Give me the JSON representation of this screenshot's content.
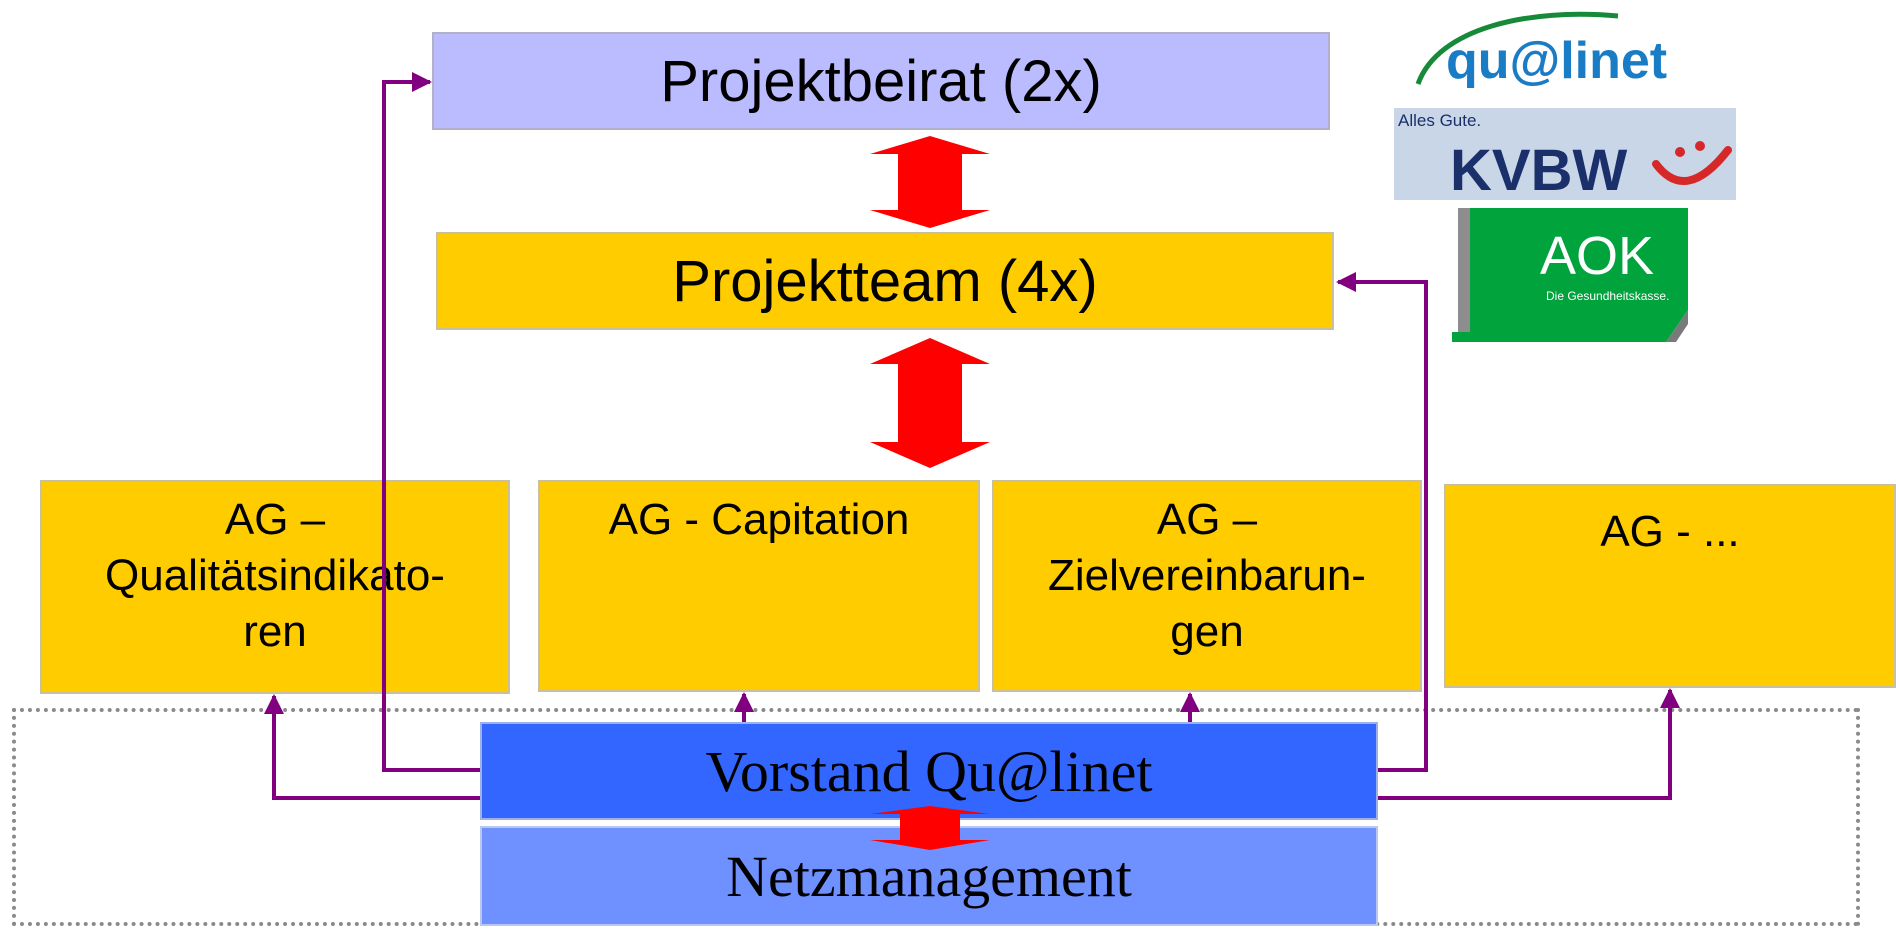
{
  "diagram": {
    "projektbeirat": "Projektbeirat (2x)",
    "projektteam": "Projektteam (4x)",
    "ag_qualitaet_line1": "AG –",
    "ag_qualitaet_line2": "Qualitätsindikato-",
    "ag_qualitaet_line3": "ren",
    "ag_capitation": "AG - Capitation",
    "ag_ziel_line1": "AG –",
    "ag_ziel_line2": "Zielvereinbarun-",
    "ag_ziel_line3": "gen",
    "ag_more": "AG - ...",
    "vorstand": "Vorstand Qu@linet",
    "netzmanagement": "Netzmanagement"
  },
  "logos": {
    "qualinet": "qu@linet",
    "kvbw_tagline": "Alles Gute.",
    "kvbw": "KVBW",
    "aok": "AOK",
    "aok_tagline": "Die Gesundheitskasse."
  },
  "colors": {
    "beirat": "#bbbbff",
    "team_and_ag": "#ffcc00",
    "vorstand": "#3366ff",
    "netzmanagement": "#6f90ff",
    "double_arrows": "#ff0000",
    "connectors": "#800080",
    "aok_green": "#00a33c"
  }
}
